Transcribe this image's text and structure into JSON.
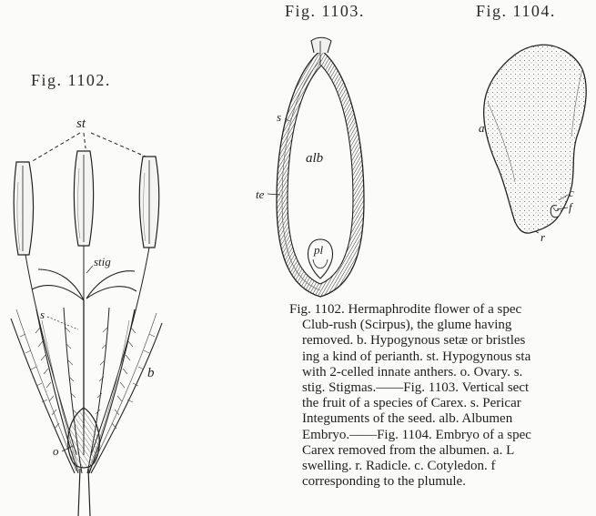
{
  "figures": {
    "fig1102": {
      "title": "Fig. 1102.",
      "labels": {
        "st": "st",
        "stig": "stig",
        "s": "s",
        "b": "b",
        "o": "o"
      }
    },
    "fig1103": {
      "title": "Fig. 1103.",
      "labels": {
        "s": "s",
        "te": "te",
        "alb": "alb",
        "pl": "pl"
      }
    },
    "fig1104": {
      "title": "Fig. 1104.",
      "labels": {
        "a": "a",
        "c": "c",
        "f": "f",
        "r": "r"
      }
    }
  },
  "caption": {
    "lines": [
      "Fig. 1102. Hermaphrodite flower of a spec",
      "Club-rush (Scirpus), the glume having",
      "removed.  b. Hypogynous setæ or bristles",
      "ing a kind of perianth.  st. Hypogynous sta",
      "with 2-celled innate anthers.  o. Ovary.  s.",
      "stig. Stigmas.——Fig. 1103. Vertical sect",
      "the fruit of a species of Carex.  s. Pericar",
      "Integuments of the seed.  alb. Albumen",
      "Embryo.——Fig. 1104. Embryo of a spec",
      "Carex removed from the albumen.  a. L",
      "swelling.  r. Radicle.  c. Cotyledon.  f",
      "corresponding to the plumule."
    ]
  }
}
